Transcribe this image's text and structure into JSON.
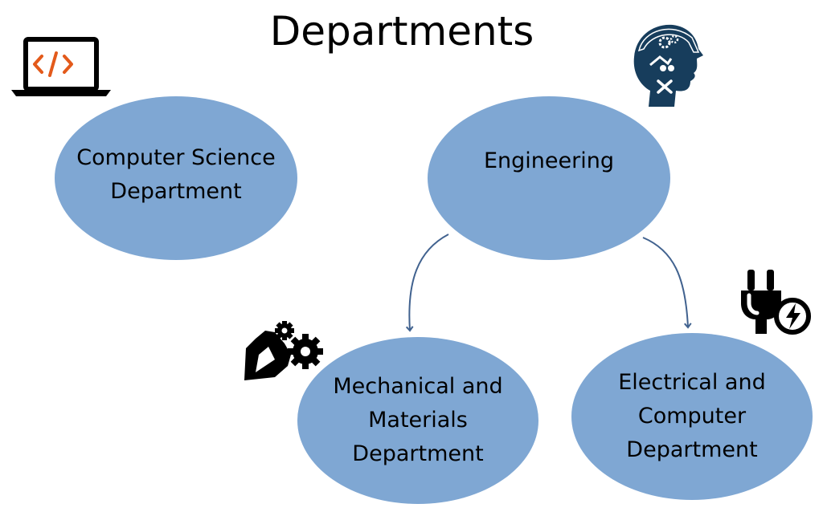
{
  "title": "Departments",
  "colors": {
    "node_fill": "#7fa7d3",
    "arrow": "#41628f",
    "laptop_code": "#e35a1b",
    "head_icon": "#173d5c"
  },
  "nodes": {
    "computer_science": {
      "line1": "Computer Science",
      "line2": "Department"
    },
    "engineering": {
      "line1": "Engineering"
    },
    "mechanical": {
      "line1": "Mechanical and",
      "line2": "Materials",
      "line3": "Department"
    },
    "electrical": {
      "line1": "Electrical and",
      "line2": "Computer",
      "line3": "Department"
    }
  },
  "edges": [
    {
      "from": "Engineering",
      "to": "Mechanical and Materials Department"
    },
    {
      "from": "Engineering",
      "to": "Electrical and Computer Department"
    }
  ],
  "icons": {
    "computer_science": "laptop-code-icon",
    "engineering": "engineer-head-icon",
    "mechanical": "gears-icon",
    "electrical": "power-plug-icon"
  }
}
